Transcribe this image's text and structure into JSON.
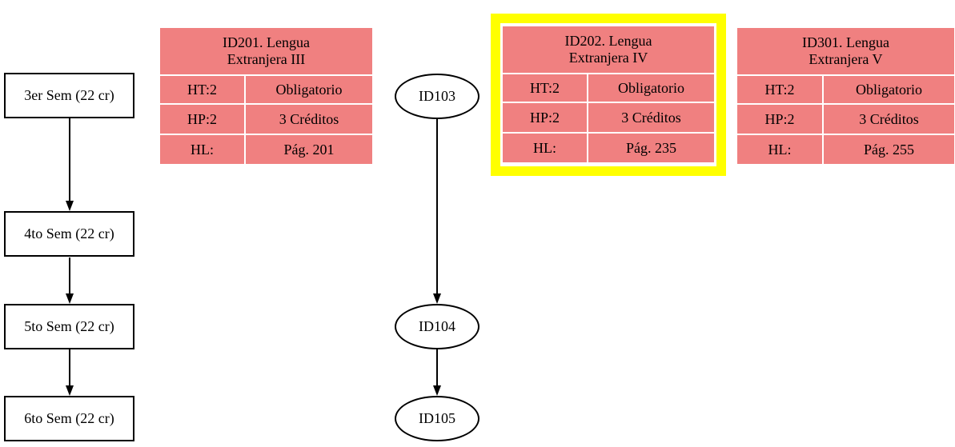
{
  "diagram": {
    "colors": {
      "table_fill": "#F08080",
      "highlight": "#FFFF00",
      "line": "#000000",
      "background": "#FFFFFF"
    },
    "semesters": [
      {
        "label": "3er Sem (22 cr)"
      },
      {
        "label": "4to Sem (22 cr)"
      },
      {
        "label": "5to Sem (22 cr)"
      },
      {
        "label": "6to Sem (22 cr)"
      }
    ],
    "courses": [
      {
        "label": "ID103"
      },
      {
        "label": "ID104"
      },
      {
        "label": "ID105"
      }
    ],
    "tables": [
      {
        "title_line1": "ID201. Lengua",
        "title_line2": "Extranjera III",
        "rows": [
          {
            "key": "HT:2",
            "value": "Obligatorio"
          },
          {
            "key": "HP:2",
            "value": "3 Créditos"
          },
          {
            "key": "HL:",
            "value": "Pág. 201"
          }
        ],
        "highlighted": false
      },
      {
        "title_line1": "ID202. Lengua",
        "title_line2": "Extranjera IV",
        "rows": [
          {
            "key": "HT:2",
            "value": "Obligatorio"
          },
          {
            "key": "HP:2",
            "value": "3 Créditos"
          },
          {
            "key": "HL:",
            "value": "Pág. 235"
          }
        ],
        "highlighted": true
      },
      {
        "title_line1": "ID301. Lengua",
        "title_line2": "Extranjera V",
        "rows": [
          {
            "key": "HT:2",
            "value": "Obligatorio"
          },
          {
            "key": "HP:2",
            "value": "3 Créditos"
          },
          {
            "key": "HL:",
            "value": "Pág. 255"
          }
        ],
        "highlighted": false
      }
    ],
    "edges": [
      {
        "from": "3er Sem (22 cr)",
        "to": "4to Sem (22 cr)"
      },
      {
        "from": "4to Sem (22 cr)",
        "to": "5to Sem (22 cr)"
      },
      {
        "from": "5to Sem (22 cr)",
        "to": "6to Sem (22 cr)"
      },
      {
        "from": "ID103",
        "to": "ID104"
      },
      {
        "from": "ID104",
        "to": "ID105"
      }
    ]
  }
}
